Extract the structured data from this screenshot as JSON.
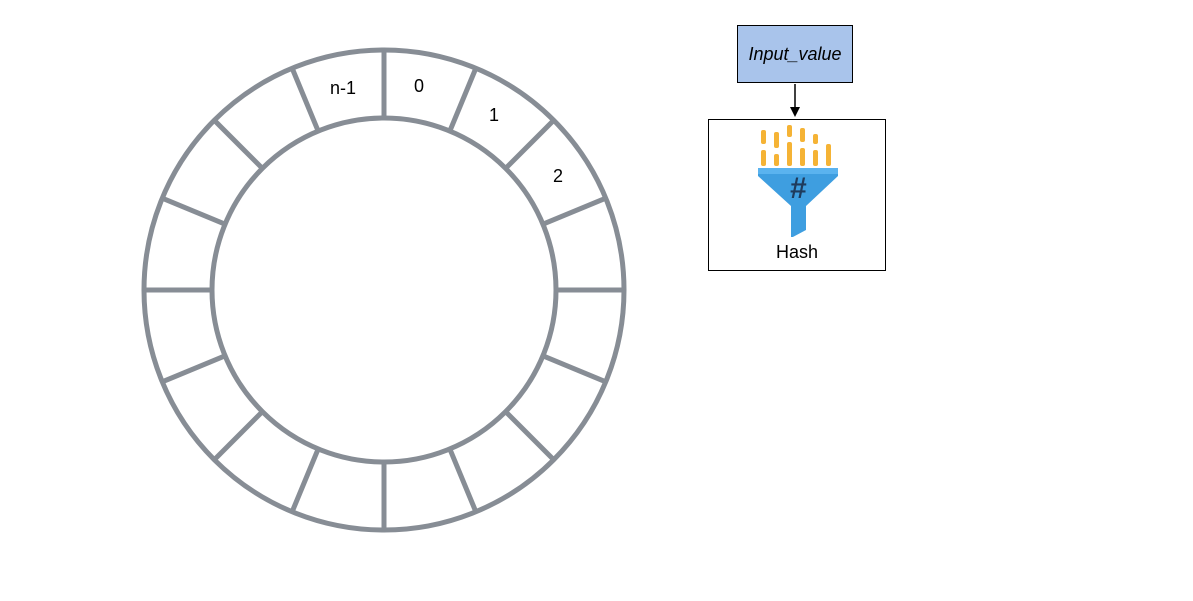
{
  "ring": {
    "segment_count": 16,
    "stroke_color": "#878d95",
    "slot_labels": [
      "n-1",
      "0",
      "1",
      "2"
    ]
  },
  "input_node": {
    "label": "Input_value",
    "fill_color": "#a9c4eb"
  },
  "hash_node": {
    "label": "Hash",
    "icon": "hash-funnel-icon",
    "funnel_color": "#3e9ee0",
    "bits_color": "#f5b335"
  }
}
